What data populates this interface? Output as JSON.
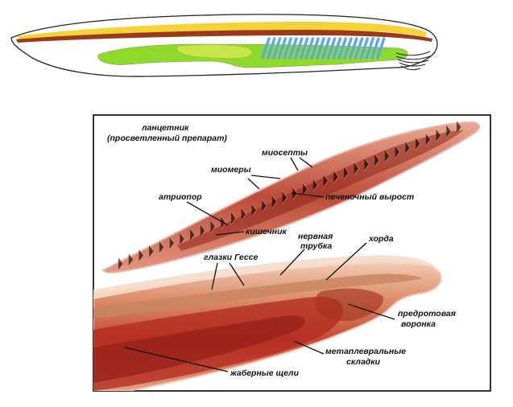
{
  "colors": {
    "background": "#ffffff",
    "frame": "#000000",
    "neural_tube": "#f6d23a",
    "notochord": "#9a3a1a",
    "gut": "#8fd82c",
    "liver": "#c8e54a",
    "gill_slits": "#5aa9e6",
    "body_outline": "#222222",
    "lancelet_flesh": "#c8584a"
  },
  "labels": {
    "specimen_title_line1": "ланцетник",
    "specimen_title_line2": "(просветленный препарат)",
    "myosepta": "миосепты",
    "myomeres": "миомеры",
    "atriopore": "атриопор",
    "hepatic_outgrowth": "печеночный вырост",
    "intestine": "кишечник",
    "hesse_eyes": "глазки Гессе",
    "neural_tube_line1": "нервная",
    "neural_tube_line2": "трубка",
    "notochord": "хорда",
    "preoral_funnel_line1": "предротовая",
    "preoral_funnel_line2": "воронка",
    "metapleural_folds_line1": "метаплевральные",
    "metapleural_folds_line2": "складки",
    "gill_slits": "жаберные щели"
  }
}
